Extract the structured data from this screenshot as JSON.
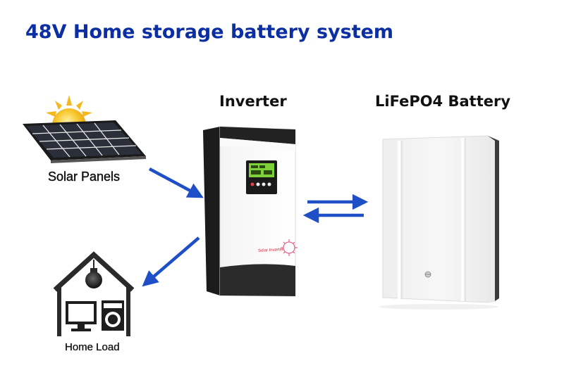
{
  "title": "48V Home storage battery system",
  "labels": {
    "solar": "Solar Panels",
    "inverter": "Inverter",
    "battery": "LiFePO4 Battery",
    "home": "Home Load"
  },
  "inverter_brand": "Solar Inverter",
  "colors": {
    "title": "#0b2fa3",
    "arrow": "#1f4fc6",
    "sun": "#f5b81c"
  },
  "icons": [
    "sun-icon",
    "solar-panel-icon",
    "house-icon",
    "lightbulb-icon",
    "monitor-icon",
    "washing-machine-icon"
  ]
}
